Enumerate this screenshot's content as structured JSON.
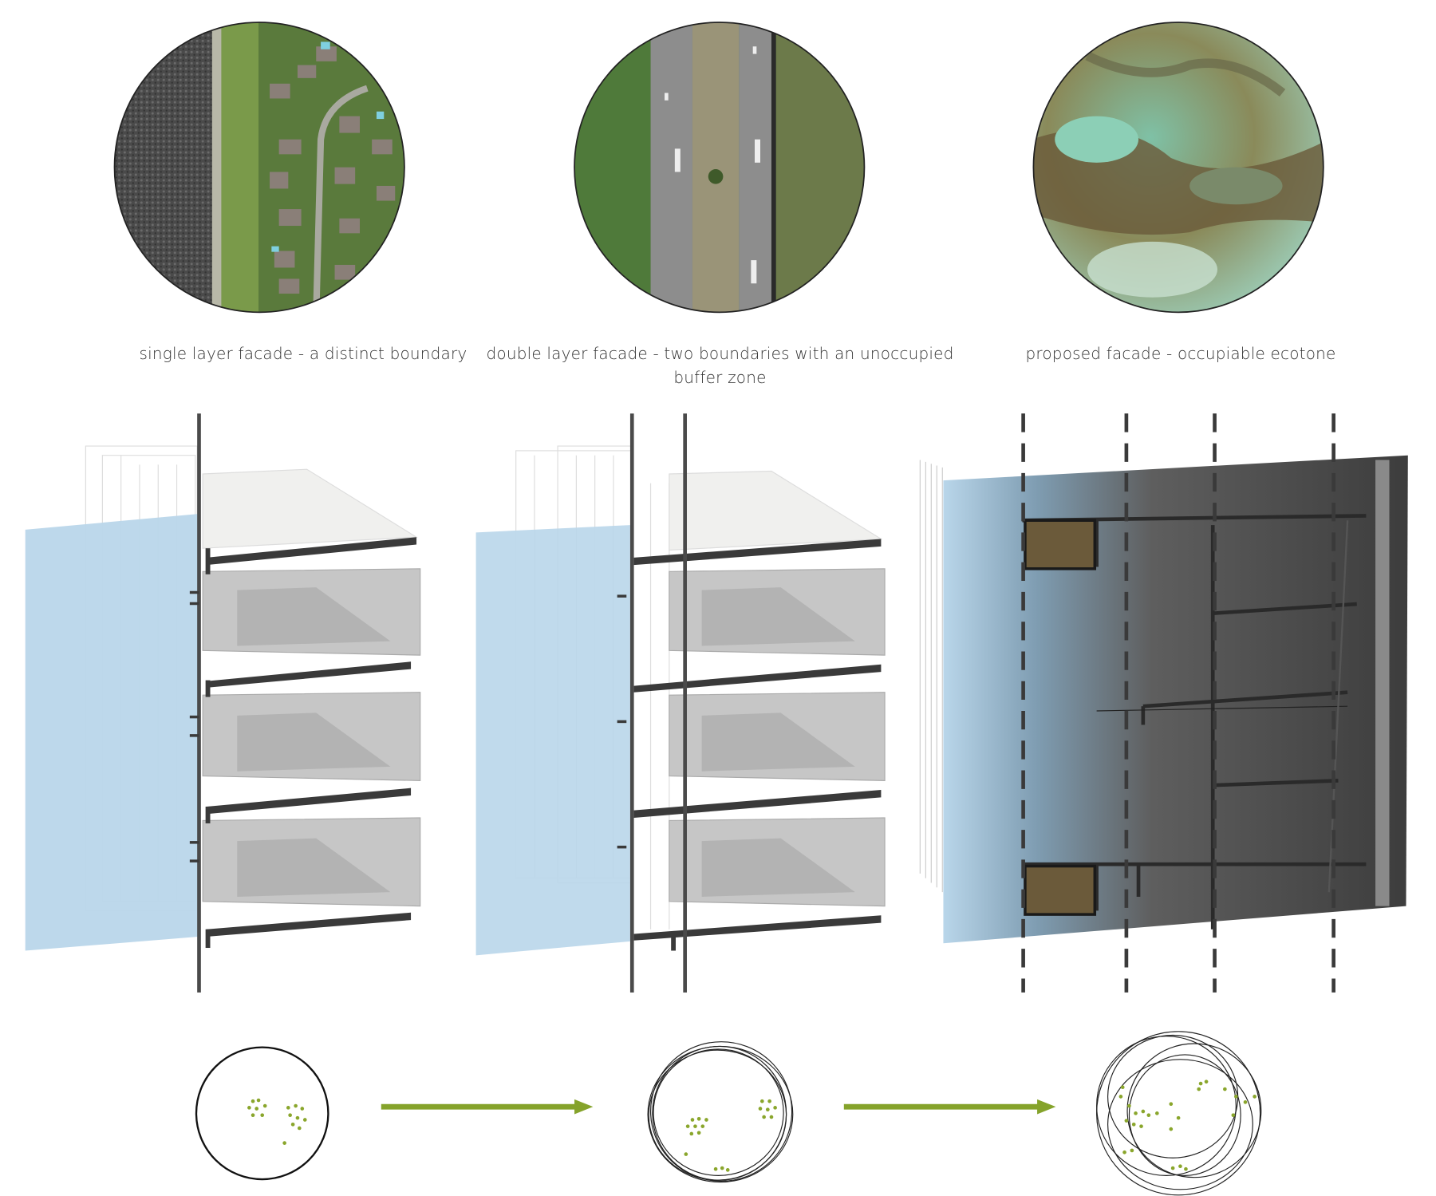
{
  "captions": {
    "single": "single layer facade - a distinct boundary",
    "double_line1": "double layer facade - two boundaries with an unoccupied",
    "double_line2": "buffer zone",
    "proposed": "proposed facade - occupiable ecotone"
  },
  "colors": {
    "water_blue": "#b9d6ea",
    "arrow_green": "#85a32b",
    "dot_green": "#8aa62c",
    "structure_dark": "#3c3c3c",
    "planter_brown": "#6b5a3a"
  }
}
